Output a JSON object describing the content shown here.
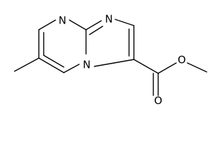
{
  "structure": {
    "atoms": {
      "n_pyrimidine": "N",
      "n_imidazole": "N",
      "n_bridgehead": "N",
      "o_ester": "O",
      "o_carbonyl": "O"
    }
  }
}
